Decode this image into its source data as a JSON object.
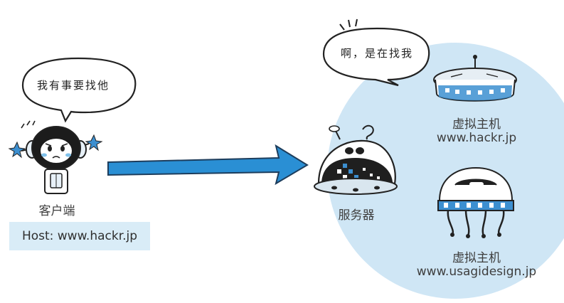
{
  "client": {
    "speech": "我有事要找他",
    "label": "客户端",
    "host_header": "Host: www.hackr.jp"
  },
  "server": {
    "speech": "啊，是在找我",
    "label": "服务器"
  },
  "virtual_hosts": [
    {
      "label": "虚拟主机",
      "domain": "www.hackr.jp"
    },
    {
      "label": "虚拟主机",
      "domain": "www.usagidesign.jp"
    }
  ],
  "colors": {
    "arrow": "#2a8fd4",
    "server_circle": "#cfe6f5",
    "host_box": "#d9ecf7",
    "robot_accent": "#3c8fd0"
  }
}
